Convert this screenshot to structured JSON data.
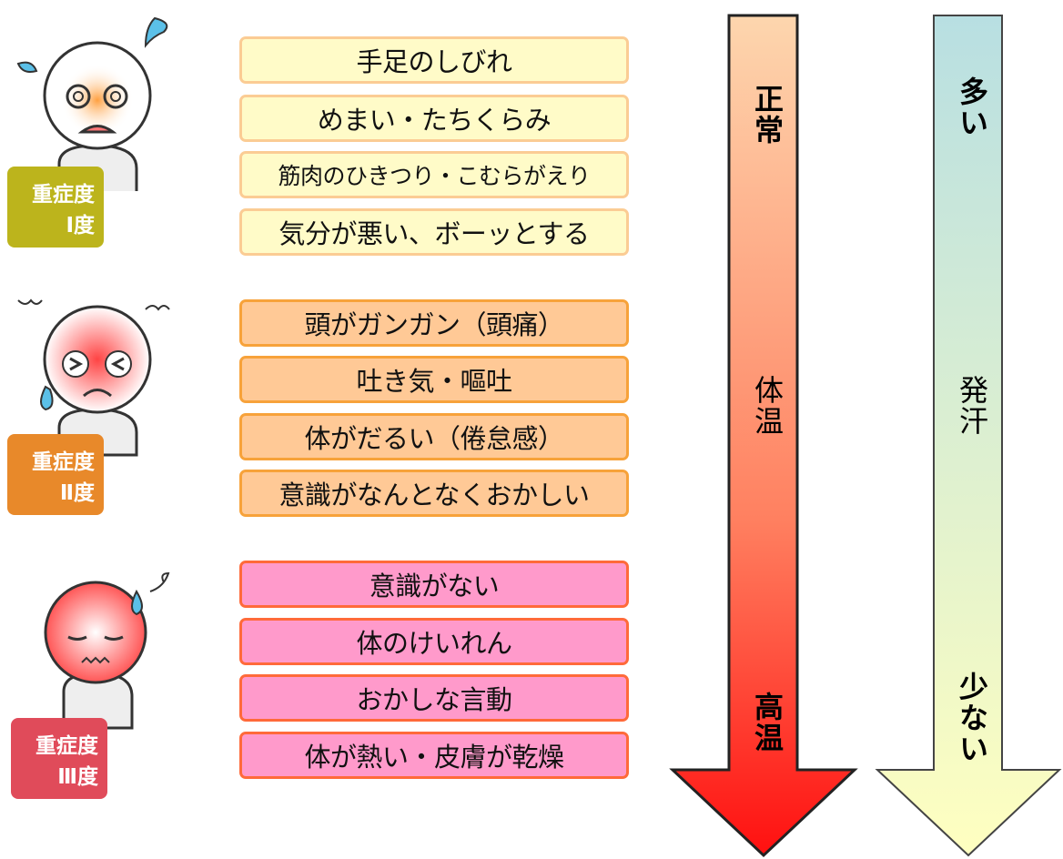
{
  "levels": [
    {
      "badge_line1": "重症度",
      "badge_line2": "Ⅰ度",
      "color": "#bcb41c",
      "symptoms": [
        "手足のしびれ",
        "めまい・たちくらみ",
        "筋肉のひきつり・こむらがえり",
        "気分が悪い、ボーッとする"
      ]
    },
    {
      "badge_line1": "重症度",
      "badge_line2": "Ⅱ度",
      "color": "#e8892a",
      "symptoms": [
        "頭がガンガン（頭痛）",
        "吐き気・嘔吐",
        "体がだるい（倦怠感）",
        "意識がなんとなくおかしい"
      ]
    },
    {
      "badge_line1": "重症度",
      "badge_line2": "Ⅲ度",
      "color": "#e04b5a",
      "symptoms": [
        "意識がない",
        "体のけいれん",
        "おかしな言動",
        "体が熱い・皮膚が乾燥"
      ]
    }
  ],
  "temperature_arrow": {
    "top": "正常",
    "middle": "体温",
    "bottom": "高温",
    "color_top": "#fdd6ae",
    "color_bottom": "#ff1010"
  },
  "sweat_arrow": {
    "top": "多い",
    "middle": "発汗",
    "bottom": "少ない",
    "color_top": "#b8dfe2",
    "color_bottom": "#ffffc0"
  }
}
